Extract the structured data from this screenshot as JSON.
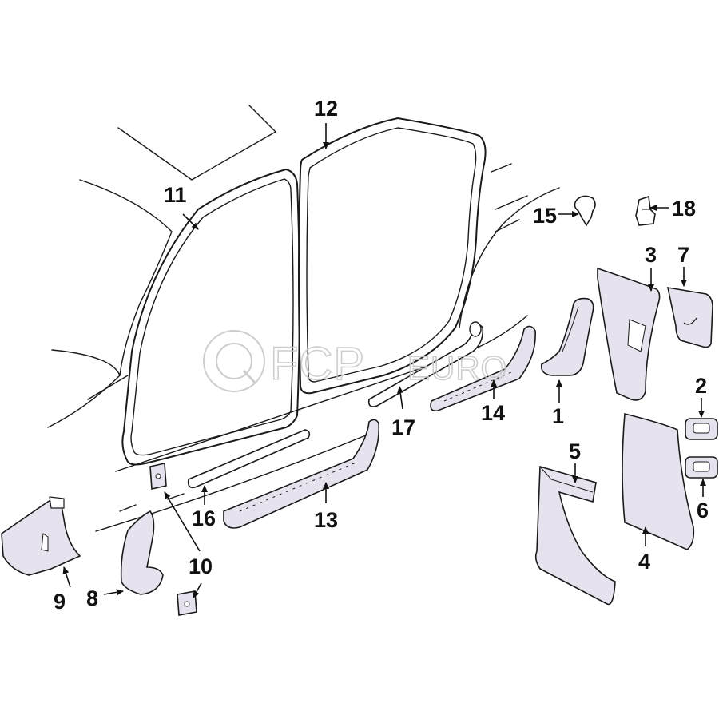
{
  "diagram": {
    "watermark": {
      "brand_main": "FCP",
      "brand_sub": "EURO"
    },
    "callouts": [
      {
        "id": "1",
        "label": "1"
      },
      {
        "id": "2",
        "label": "2"
      },
      {
        "id": "3",
        "label": "3"
      },
      {
        "id": "4",
        "label": "4"
      },
      {
        "id": "5",
        "label": "5"
      },
      {
        "id": "6",
        "label": "6"
      },
      {
        "id": "7",
        "label": "7"
      },
      {
        "id": "8",
        "label": "8"
      },
      {
        "id": "9",
        "label": "9"
      },
      {
        "id": "10",
        "label": "10"
      },
      {
        "id": "11",
        "label": "11"
      },
      {
        "id": "12",
        "label": "12"
      },
      {
        "id": "13",
        "label": "13"
      },
      {
        "id": "14",
        "label": "14"
      },
      {
        "id": "15",
        "label": "15"
      },
      {
        "id": "16",
        "label": "16"
      },
      {
        "id": "17",
        "label": "17"
      },
      {
        "id": "18",
        "label": "18"
      }
    ],
    "colors": {
      "line": "#1a1a1a",
      "part_fill": "#e6e2ee",
      "watermark": "#c8c8c8"
    }
  }
}
